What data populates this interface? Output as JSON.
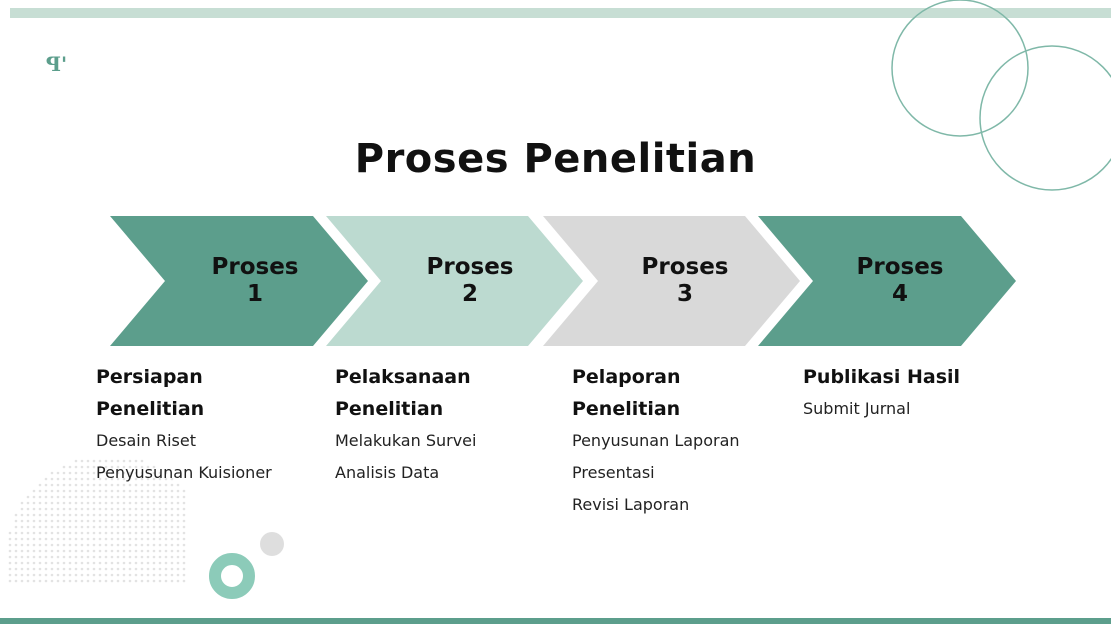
{
  "slide": {
    "title": "Proses Penelitian",
    "logo_text": "ꟼ'",
    "colors": {
      "accent_dark": "#5c9e8c",
      "accent_light": "#bcdad0",
      "neutral": "#d9d9d9",
      "top_stripe": "#c7ded4"
    }
  },
  "chevrons": [
    {
      "line1": "Proses",
      "line2": "1",
      "color": "#5c9e8c"
    },
    {
      "line1": "Proses",
      "line2": "2",
      "color": "#bcdad0"
    },
    {
      "line1": "Proses",
      "line2": "3",
      "color": "#d9d9d9"
    },
    {
      "line1": "Proses",
      "line2": "4",
      "color": "#5c9e8c"
    }
  ],
  "steps": [
    {
      "head1": "Persiapan",
      "head2": "Penelitian",
      "items": [
        "Desain Riset",
        "Penyusunan Kuisioner"
      ]
    },
    {
      "head1": "Pelaksanaan",
      "head2": "Penelitian",
      "items": [
        "Melakukan Survei",
        "Analisis Data"
      ]
    },
    {
      "head1": "Pelaporan",
      "head2": "Penelitian",
      "items": [
        "Penyusunan Laporan",
        "Presentasi",
        "Revisi Laporan"
      ]
    },
    {
      "head1": "Publikasi Hasil",
      "head2": "",
      "items": [
        "Submit Jurnal"
      ]
    }
  ]
}
